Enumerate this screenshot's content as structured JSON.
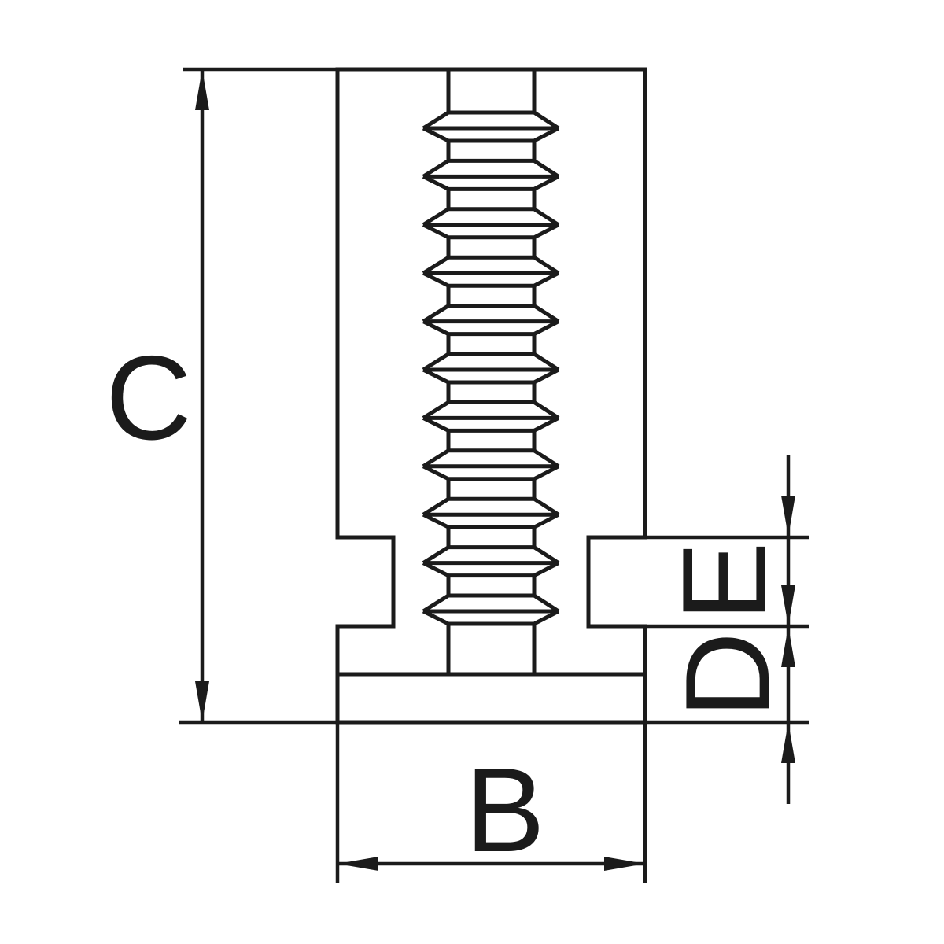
{
  "diagram": {
    "description": "Technical drawing of a threaded chuck jaw with dimension callouts",
    "labels": {
      "c": "C",
      "b": "B",
      "d": "D",
      "e": "E"
    },
    "colors": {
      "line": "#1b1b1b",
      "background": "#ffffff"
    }
  }
}
